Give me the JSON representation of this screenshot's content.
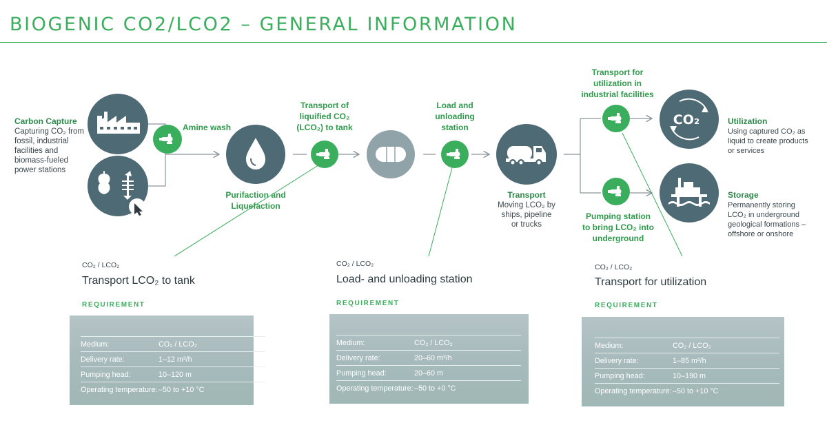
{
  "header": {
    "title": "BIOGENIC CO2/LCO2 – GENERAL INFORMATION"
  },
  "colors": {
    "accent": "#3aae5c",
    "circle_dark": "#4e6a74",
    "circle_light": "#8fa3a9",
    "table_bg": "#a9bcbd"
  },
  "icons": [
    "factory-icon",
    "apple-core-fish-bone-icon",
    "cursor-icon",
    "pump-icon",
    "drop-icon",
    "tank-icon",
    "truck-icon",
    "co2-cycle-icon",
    "offshore-platform-icon"
  ],
  "flow": {
    "carbon_capture": {
      "title": "Carbon Capture",
      "desc_line1": "Capturing CO₂ from",
      "desc_line2": "fossil, industrial",
      "desc_line3": "facilities and",
      "desc_line4": "biomass-fueled",
      "desc_line5": "power stations"
    },
    "amine_wash": "Amine wash",
    "purification": {
      "line1": "Purifaction and",
      "line2": "Liquefaction"
    },
    "transport_liquified": {
      "line1": "Transport of",
      "line2": "liquified CO₂",
      "line3": "(LCO₂) to tank"
    },
    "load_unload": {
      "line1": "Load and",
      "line2": "unloading",
      "line3": "station"
    },
    "transport": {
      "title": "Transport",
      "line1": "Moving LCO₂ by",
      "line2": "ships, pipeline",
      "line3": "or trucks"
    },
    "transport_utilization": {
      "line1": "Transport for",
      "line2": "utilization in",
      "line3": "industrial facilities"
    },
    "pumping_station": {
      "line1": "Pumping station",
      "line2": "to bring LCO₂ into",
      "line3": "underground"
    },
    "utilization": {
      "title": "Utilization",
      "line1": "Using captured CO₂ as",
      "line2": "liquid to create products",
      "line3": "or services"
    },
    "storage": {
      "title": "Storage",
      "line1": "Permanently storing",
      "line2": "LCO₂ in underground",
      "line3": "geological formations –",
      "line4": "offshore or onshore"
    },
    "co2_icon_text": "CO₂"
  },
  "panels": [
    {
      "medium_small": "CO₂ / LCO₂",
      "title": "Transport LCO₂ to tank",
      "requirement": "REQUIREMENT",
      "rows": [
        {
          "k": "Medium:",
          "v": "CO₂ / LCO₂"
        },
        {
          "k": "Delivery rate:",
          "v": "1–12 m³/h"
        },
        {
          "k": "Pumping head:",
          "v": "10–120 m"
        },
        {
          "k": "Operating temperature:",
          "v": "–50 to +10 °C"
        }
      ]
    },
    {
      "medium_small": "CO₂ / LCO₂",
      "title": "Load- and unloading station",
      "requirement": "REQUIREMENT",
      "rows": [
        {
          "k": "Medium:",
          "v": "CO₂ / LCO₂"
        },
        {
          "k": "Delivery rate:",
          "v": "20–60 m³/h"
        },
        {
          "k": "Pumping head:",
          "v": "20–60 m"
        },
        {
          "k": "Operating temperature:",
          "v": "–50 to +0 °C"
        }
      ]
    },
    {
      "medium_small": "CO₂ / LCO₂",
      "title": "Transport for utilization",
      "requirement": "REQUIREMENT",
      "rows": [
        {
          "k": "Medium:",
          "v": "CO₂ / LCO₂"
        },
        {
          "k": "Delivery rate:",
          "v": "1–85 m³/h"
        },
        {
          "k": "Pumping head:",
          "v": "10–190 m"
        },
        {
          "k": "Operating temperature:",
          "v": "–50 to +10 °C"
        }
      ]
    }
  ]
}
